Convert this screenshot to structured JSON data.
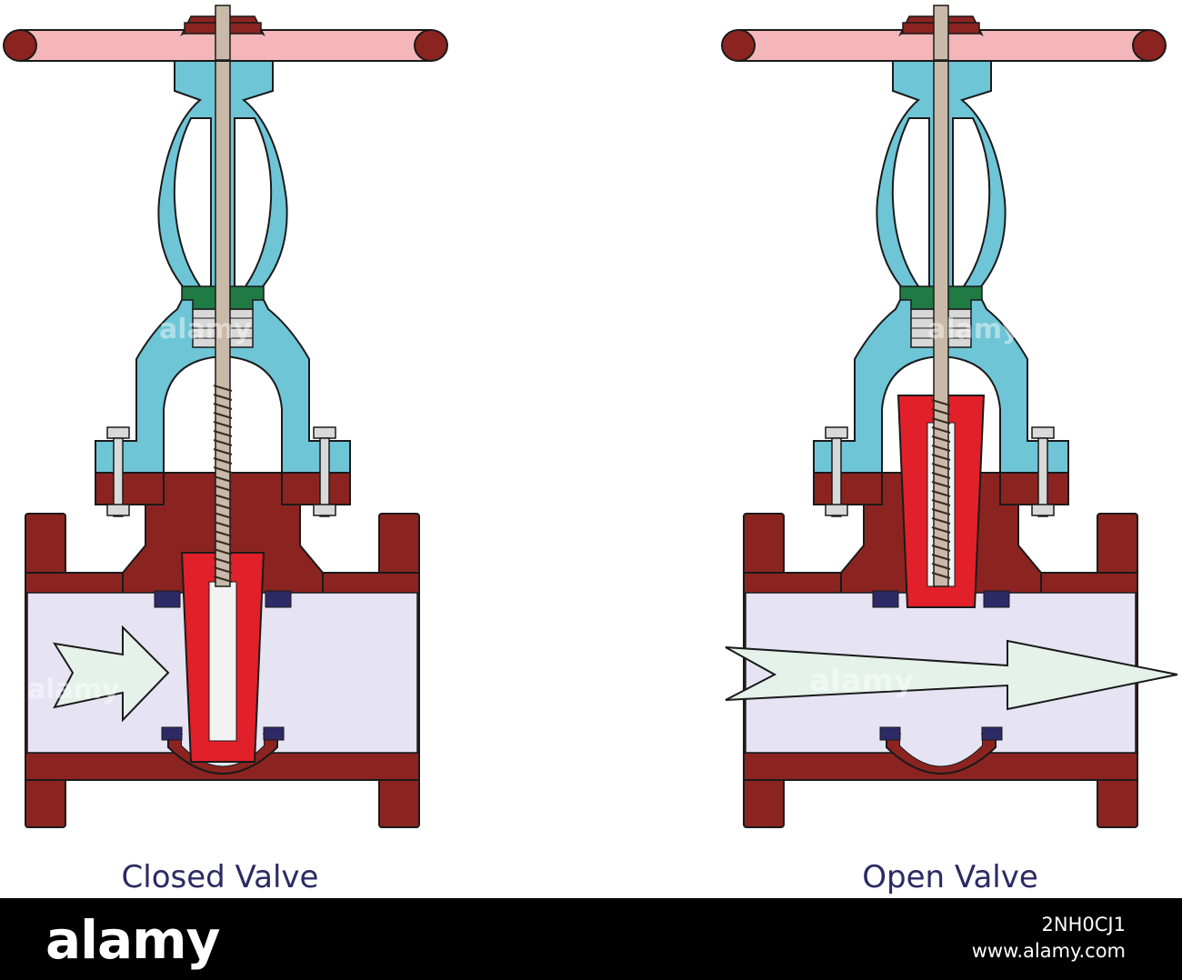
{
  "captions": {
    "left": "Closed Valve",
    "right": "Open Valve"
  },
  "footer": {
    "logo": "alamy",
    "image_id": "2NH0CJ1",
    "url": "www.alamy.com"
  },
  "watermark": "alamy",
  "colors": {
    "body": "#8b2420",
    "bonnet": "#6ec5d6",
    "handwheel": "#f4b6b8",
    "handwheel_ends": "#8b2420",
    "stem": "#c8b9a8",
    "gate": "#e2202a",
    "gate_core": "#f2f2f2",
    "flow_channel": "#e6e4f3",
    "flow_arrow": "#e4f2ea",
    "gland": "#1f7a43",
    "packing": "#d8d8d8",
    "seat": "#2d2a66",
    "bolt": "#d9d9d9",
    "caption": "#2b2a63",
    "outline": "#1a1a1a"
  }
}
